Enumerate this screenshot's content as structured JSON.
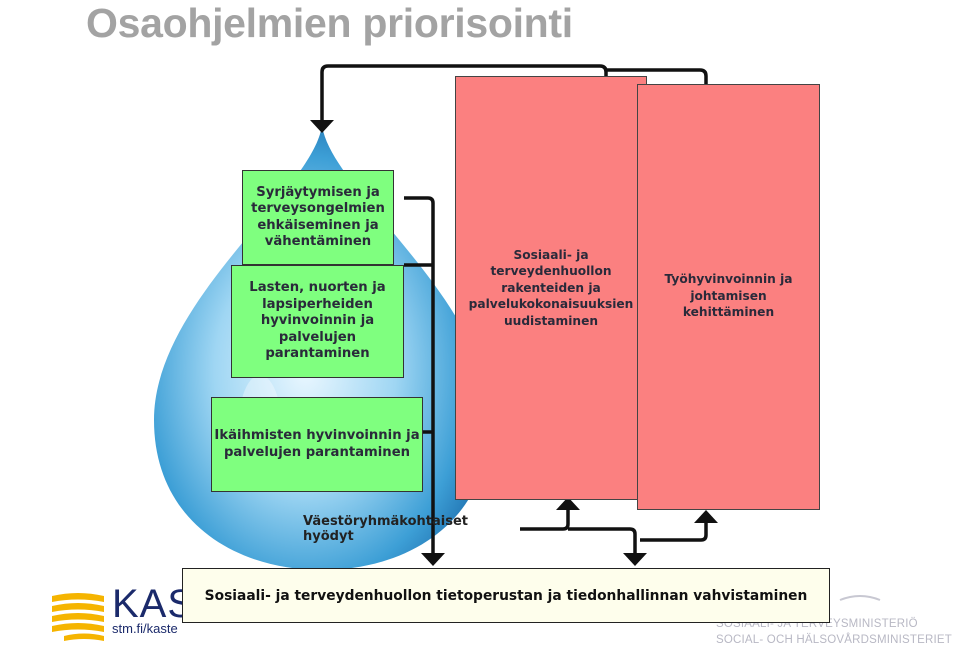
{
  "title": "Osaohjelmien priorisointi",
  "green_boxes": [
    {
      "text": "Syrjäytymisen ja terveysongelmien ehkäiseminen ja vähentäminen"
    },
    {
      "text": "Lasten, nuorten ja lapsiperheiden hyvinvoinnin ja palvelujen parantaminen"
    },
    {
      "text": "Ikäihmisten hyvinvoinnin ja palvelujen parantaminen"
    }
  ],
  "red_boxes": [
    {
      "text": "Sosiaali- ja terveydenhuollon rakenteiden ja palvelukokonaisuuksien uudistaminen"
    },
    {
      "text": "Työhyvinvoinnin ja johtamisen kehittäminen"
    }
  ],
  "population_benefits": "Väestöryhmäkohtaiset hyödyt",
  "bottom_box": "Sosiaali- ja terveydenhuollon tietoperustan ja tiedonhallinnan vahvistaminen",
  "logo": {
    "name": "KASTE",
    "url": "stm.fi/kaste"
  },
  "ministry_lines": [
    "SOSIAALI- JA TERVEYSMINISTERIÖ",
    "SOCIAL- OCH HÄLSOVÅRDSMINISTERIET"
  ],
  "colors": {
    "green": "#7fff7f",
    "red": "#fb8080",
    "title": "#a3a3a3",
    "drop": "#3aa0d8"
  }
}
